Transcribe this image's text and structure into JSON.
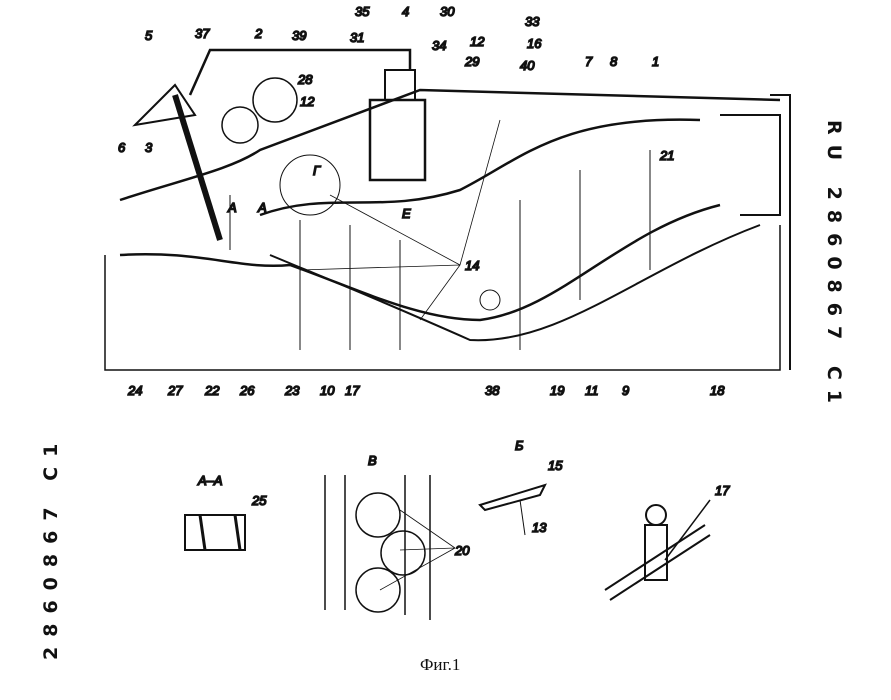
{
  "patent_id_right": "RU 2860867 C1",
  "patent_id_left": "2860867 C1",
  "caption": "Фиг.1",
  "main_labels_top": [
    "5",
    "37",
    "2",
    "39",
    "35",
    "31",
    "4",
    "30",
    "34",
    "12",
    "29",
    "33",
    "16",
    "40",
    "7",
    "8",
    "1",
    "28",
    "12",
    "6",
    "3",
    "21",
    "14",
    "Е",
    "Г",
    "А",
    "А"
  ],
  "main_labels_bottom": [
    "24",
    "27",
    "22",
    "26",
    "23",
    "10",
    "17",
    "38",
    "19",
    "11",
    "9",
    "18"
  ],
  "section_aa": {
    "title": "А–А",
    "label": "25"
  },
  "section_v": {
    "title": "В",
    "label": "20"
  },
  "section_b": {
    "title": "Б",
    "labels": [
      "15",
      "13"
    ]
  },
  "detail_17": {
    "label": "17"
  }
}
